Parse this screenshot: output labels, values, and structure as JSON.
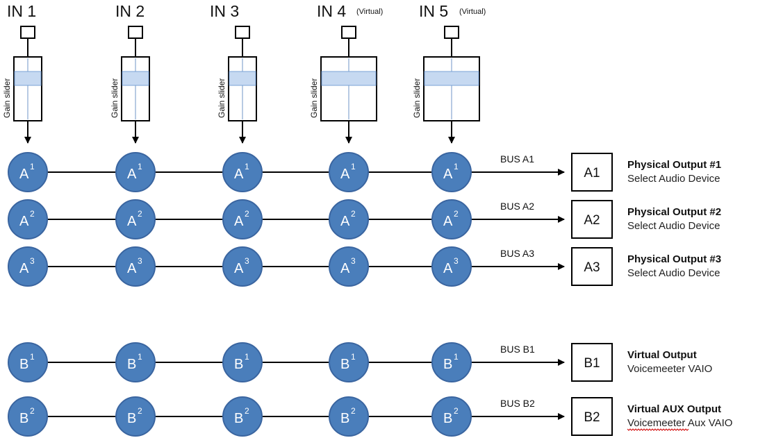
{
  "inputs": [
    {
      "title": "IN 1",
      "note": ""
    },
    {
      "title": "IN 2",
      "note": ""
    },
    {
      "title": "IN 3",
      "note": ""
    },
    {
      "title": "IN 4",
      "note": "(Virtual)"
    },
    {
      "title": "IN 5",
      "note": "(Virtual)"
    }
  ],
  "slider_label": "Gain slider",
  "buses": [
    {
      "id": "A1",
      "letter": "A",
      "sup": "1",
      "bus_label": "BUS A1",
      "box_label": "A1",
      "output_title": "Physical Output #1",
      "output_sub": "Select Audio Device"
    },
    {
      "id": "A2",
      "letter": "A",
      "sup": "2",
      "bus_label": "BUS A2",
      "box_label": "A2",
      "output_title": "Physical Output #2",
      "output_sub": "Select Audio Device"
    },
    {
      "id": "A3",
      "letter": "A",
      "sup": "3",
      "bus_label": "BUS A3",
      "box_label": "A3",
      "output_title": "Physical Output #3",
      "output_sub": "Select Audio Device"
    },
    {
      "id": "B1",
      "letter": "B",
      "sup": "1",
      "bus_label": "BUS B1",
      "box_label": "B1",
      "output_title": "Virtual Output",
      "output_sub": "Voicemeeter VAIO"
    },
    {
      "id": "B2",
      "letter": "B",
      "sup": "2",
      "bus_label": "BUS B2",
      "box_label": "B2",
      "output_title": "Virtual AUX Output",
      "output_sub": "Voicemeeter Aux VAIO"
    }
  ],
  "colors": {
    "node_fill": "#4a7ebb",
    "node_stroke": "#3a65a0",
    "slider_thumb": "#c6d9f1",
    "line": "#000000"
  }
}
